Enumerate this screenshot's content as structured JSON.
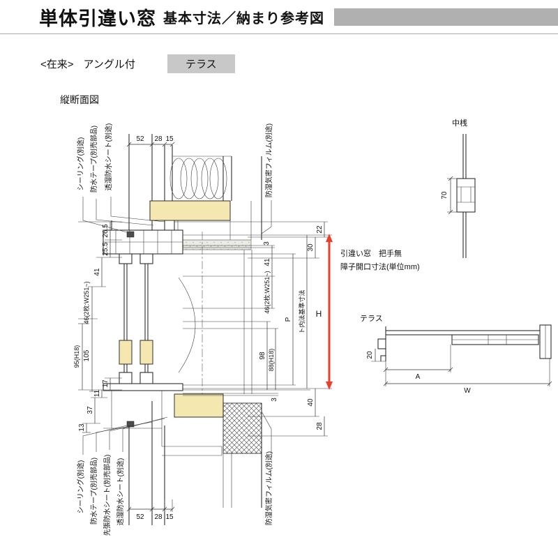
{
  "header": {
    "title_main": "単体引違い窓",
    "title_sub": "基本寸法／納まり参考図"
  },
  "subheader": {
    "construction_type": "<在来>",
    "angle_type": "アングル付",
    "window_type": "テラス"
  },
  "drawing": {
    "section_title": "縦断面図",
    "top_dims": {
      "d52": "52",
      "d28": "28",
      "d15": "15"
    },
    "bottom_dims": {
      "d52": "52",
      "d28": "28",
      "d15": "15"
    },
    "annotations_top": {
      "sealing": "シーリング(別途)",
      "tape": "防水テープ(別売部品)",
      "sheet": "透湿防水シート(別途)",
      "film": "防湿気密フィルム(別途)"
    },
    "annotations_bottom": {
      "sealing": "シーリング(別途)",
      "tape": "防水テープ(別売部品)",
      "pre_sheet": "先張防水シート(別売部品)",
      "sheet": "透湿防水シート(別途)",
      "film": "防湿気密フィルム(別途)"
    },
    "left_dims": {
      "d26_5": "26.5",
      "d25_5": "25.5",
      "d41": "41",
      "d46": "46(2枚:W251~)",
      "d95": "95(H18)",
      "d105": "105",
      "d17": "17",
      "d11": "11",
      "d37": "37",
      "d13": "13"
    },
    "right_dims": {
      "d22": "22",
      "d30": "30",
      "d3_top": "3",
      "d41": "41",
      "d46": "46(2枚:W251~)",
      "d98": "98",
      "d88": "88(H18)",
      "p": "P",
      "base_line": "ト内法基準寸法",
      "h": "H",
      "d3_bottom": "3",
      "d40": "40",
      "d28": "28"
    }
  },
  "side": {
    "nakazan_label": "中桟",
    "nakazan_d70": "70",
    "note_line1": "引違い窓　把手無",
    "note_line2": "障子開口寸法(単位mm)",
    "terrace_label": "テラス",
    "d20": "20",
    "dA": "A",
    "dW": "W"
  },
  "colors": {
    "wood_fill": "#f5e7b0",
    "arrow_red": "#e8402a",
    "header_bar_gray": "#b0b0b0",
    "tag_bg_gray": "#c8c8c8"
  }
}
